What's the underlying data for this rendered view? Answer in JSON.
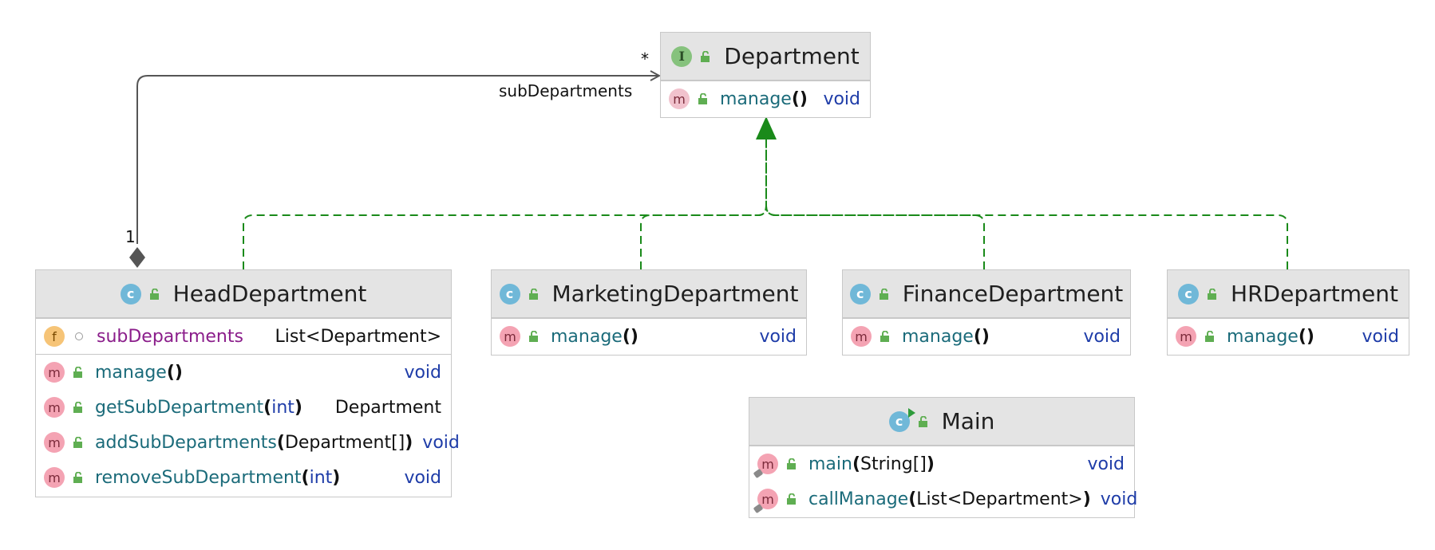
{
  "colors": {
    "inheritance": "#1a8a1a",
    "association": "#555555",
    "header_bg": "#e4e4e4"
  },
  "icons": {
    "class": "class-icon",
    "interface": "interface-icon",
    "method": "method-icon",
    "field": "field-icon",
    "public": "lock-open-icon"
  },
  "association": {
    "multiplicity_source": "1",
    "multiplicity_target": "*",
    "role": "subDepartments"
  },
  "department": {
    "badge": "I",
    "name": "Department",
    "methods": [
      {
        "badge": "m",
        "name": "manage",
        "params": "",
        "returns": "void"
      }
    ]
  },
  "head": {
    "badge": "c",
    "name": "HeadDepartment",
    "fields": [
      {
        "badge": "f",
        "name": "subDepartments",
        "type": "List<Department>"
      }
    ],
    "methods": [
      {
        "badge": "m",
        "name": "manage",
        "params": "",
        "returns": "void"
      },
      {
        "badge": "m",
        "name": "getSubDepartment",
        "params": "int",
        "returns": "Department"
      },
      {
        "badge": "m",
        "name": "addSubDepartments",
        "params": "Department[]",
        "returns": "void"
      },
      {
        "badge": "m",
        "name": "removeSubDepartment",
        "params": "int",
        "returns": "void"
      }
    ]
  },
  "marketing": {
    "badge": "c",
    "name": "MarketingDepartment",
    "methods": [
      {
        "badge": "m",
        "name": "manage",
        "returns": "void"
      }
    ]
  },
  "finance": {
    "badge": "c",
    "name": "FinanceDepartment",
    "methods": [
      {
        "badge": "m",
        "name": "manage",
        "returns": "void"
      }
    ]
  },
  "hr": {
    "badge": "c",
    "name": "HRDepartment",
    "methods": [
      {
        "badge": "m",
        "name": "manage",
        "returns": "void"
      }
    ]
  },
  "main": {
    "badge": "c",
    "name": "Main",
    "methods": [
      {
        "badge": "m",
        "name": "main",
        "params": "String[]",
        "returns": "void"
      },
      {
        "badge": "m",
        "name": "callManage",
        "params": "List<Department>",
        "returns": "void"
      }
    ]
  }
}
